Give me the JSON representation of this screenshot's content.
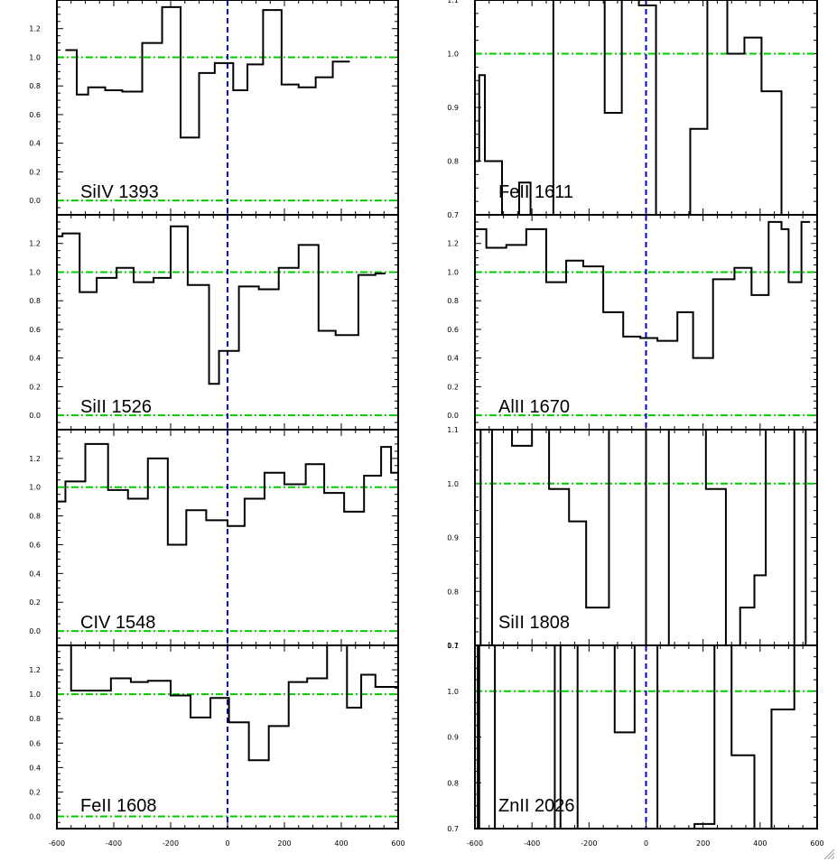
{
  "colors": {
    "frame": "#000000",
    "spectrum": "#000000",
    "continuum": "#00cc00",
    "zero_velocity": "#0000cc",
    "background": "#ffffff"
  },
  "x_axis": {
    "range": [
      -600,
      600
    ],
    "tick_labels": [
      "-600",
      "-400",
      "-200",
      "0",
      "200",
      "400",
      "600"
    ]
  },
  "chart_data": [
    {
      "type": "line",
      "step": true,
      "label": "SiIV 1393",
      "xlim": [
        -600,
        600
      ],
      "ylim": [
        -0.1,
        1.4
      ],
      "y_tick_labels": [
        "0.0",
        "0.2",
        "0.4",
        "0.6",
        "0.8",
        "1.0",
        "1.2"
      ],
      "reference_lines": {
        "continuum": [
          0.0,
          1.0
        ],
        "zero_velocity": 0
      },
      "x": [
        -570,
        -530,
        -490,
        -430,
        -370,
        -300,
        -230,
        -165,
        -100,
        -45,
        20,
        70,
        125,
        190,
        250,
        310,
        370,
        430,
        500,
        560,
        600
      ],
      "y": [
        1.05,
        0.74,
        0.79,
        0.77,
        0.76,
        1.1,
        1.35,
        0.44,
        0.89,
        0.96,
        0.77,
        0.95,
        1.33,
        0.81,
        0.79,
        0.86,
        0.97
      ]
    },
    {
      "type": "line",
      "step": true,
      "label": "FeII 1611",
      "xlim": [
        -600,
        600
      ],
      "ylim": [
        0.7,
        1.1
      ],
      "y_tick_labels": [
        "0.7",
        "0.8",
        "0.9",
        "1.0",
        "1.1"
      ],
      "reference_lines": {
        "continuum": [
          1.0
        ],
        "zero_velocity": 0
      },
      "x": [
        -600,
        -585,
        -565,
        -505,
        -445,
        -405,
        -365,
        -325,
        -265,
        -205,
        -145,
        -85,
        -25,
        35,
        95,
        155,
        215,
        285,
        345,
        405,
        475,
        535,
        570,
        600
      ],
      "y": [
        0.8,
        0.96,
        0.8,
        0.7,
        0.76,
        0.62,
        0.62,
        1.5,
        1.5,
        1.5,
        0.89,
        1.5,
        1.09,
        0.7,
        0.6,
        0.86,
        1.25,
        1.0,
        1.03,
        0.93,
        0.6,
        0.7
      ]
    },
    {
      "type": "line",
      "step": true,
      "label": "SiII 1526",
      "xlim": [
        -600,
        600
      ],
      "ylim": [
        -0.1,
        1.4
      ],
      "y_tick_labels": [
        "0.0",
        "0.2",
        "0.4",
        "0.6",
        "0.8",
        "1.0",
        "1.2"
      ],
      "reference_lines": {
        "continuum": [
          0.0,
          1.0
        ],
        "zero_velocity": 0
      },
      "x": [
        -600,
        -580,
        -520,
        -460,
        -390,
        -330,
        -260,
        -200,
        -140,
        -65,
        -30,
        40,
        110,
        180,
        250,
        320,
        380,
        460,
        520,
        555,
        600
      ],
      "y": [
        1.25,
        1.27,
        0.86,
        0.96,
        1.03,
        0.93,
        0.96,
        1.32,
        0.91,
        0.22,
        0.45,
        0.9,
        0.88,
        1.03,
        1.19,
        0.59,
        0.56,
        0.98,
        0.99
      ]
    },
    {
      "type": "line",
      "step": true,
      "label": "AlII 1670",
      "xlim": [
        -600,
        600
      ],
      "ylim": [
        -0.1,
        1.4
      ],
      "y_tick_labels": [
        "0.0",
        "0.2",
        "0.4",
        "0.6",
        "0.8",
        "1.0",
        "1.2"
      ],
      "reference_lines": {
        "continuum": [
          0.0,
          1.0
        ],
        "zero_velocity": 0
      },
      "x": [
        -600,
        -560,
        -490,
        -420,
        -350,
        -280,
        -220,
        -150,
        -80,
        -20,
        40,
        110,
        165,
        235,
        310,
        370,
        430,
        475,
        500,
        545,
        575
      ],
      "y": [
        1.3,
        1.17,
        1.19,
        1.3,
        0.93,
        1.08,
        1.04,
        0.72,
        0.55,
        0.54,
        0.52,
        0.72,
        0.4,
        0.95,
        1.03,
        0.84,
        1.35,
        1.3,
        0.93,
        1.35
      ]
    },
    {
      "type": "line",
      "step": true,
      "label": "CIV 1548",
      "xlim": [
        -600,
        600
      ],
      "ylim": [
        -0.1,
        1.4
      ],
      "y_tick_labels": [
        "0.0",
        "0.2",
        "0.4",
        "0.6",
        "0.8",
        "1.0",
        "1.2"
      ],
      "reference_lines": {
        "continuum": [
          0.0,
          1.0
        ],
        "zero_velocity": 0
      },
      "x": [
        -600,
        -570,
        -500,
        -420,
        -350,
        -280,
        -210,
        -145,
        -75,
        0,
        60,
        130,
        200,
        275,
        340,
        410,
        480,
        540,
        575,
        600
      ],
      "y": [
        0.9,
        1.04,
        1.3,
        0.98,
        0.92,
        1.2,
        0.6,
        0.84,
        0.77,
        0.73,
        0.92,
        1.1,
        1.02,
        1.16,
        0.96,
        0.83,
        1.08,
        1.28,
        1.1
      ]
    },
    {
      "type": "line",
      "step": true,
      "label": "SiII 1808",
      "xlim": [
        -600,
        600
      ],
      "ylim": [
        0.7,
        1.1
      ],
      "y_tick_labels": [
        "0.7",
        "0.8",
        "0.9",
        "1.0",
        "1.1"
      ],
      "reference_lines": {
        "continuum": [
          1.0
        ],
        "zero_velocity": 0
      },
      "x": [
        -600,
        -580,
        -540,
        -470,
        -400,
        -340,
        -270,
        -210,
        -170,
        -130,
        -80,
        0,
        80,
        140,
        210,
        280,
        330,
        380,
        420,
        470,
        520,
        560,
        600
      ],
      "y": [
        1.5,
        0.6,
        1.5,
        1.07,
        1.5,
        0.99,
        0.93,
        0.77,
        0.77,
        1.5,
        1.5,
        0.6,
        1.5,
        1.5,
        0.99,
        0.6,
        0.77,
        0.83,
        1.5,
        1.5,
        0.6,
        1.5
      ]
    },
    {
      "type": "line",
      "step": true,
      "label": "FeII 1608",
      "xlim": [
        -600,
        600
      ],
      "ylim": [
        -0.1,
        1.4
      ],
      "y_tick_labels": [
        "0.0",
        "0.2",
        "0.4",
        "0.6",
        "0.8",
        "1.0",
        "1.2"
      ],
      "reference_lines": {
        "continuum": [
          0.0,
          1.0
        ],
        "zero_velocity": 0
      },
      "x": [
        -600,
        -550,
        -410,
        -340,
        -280,
        -200,
        -130,
        -60,
        5,
        75,
        145,
        215,
        280,
        350,
        420,
        470,
        520,
        560,
        600
      ],
      "y": [
        1.5,
        1.03,
        1.13,
        1.1,
        1.11,
        0.99,
        0.81,
        0.97,
        0.77,
        0.46,
        0.74,
        1.1,
        1.13,
        1.5,
        0.89,
        1.16,
        1.06,
        1.06
      ]
    },
    {
      "type": "line",
      "step": true,
      "label": "ZnII 2026",
      "xlim": [
        -600,
        600
      ],
      "ylim": [
        0.7,
        1.1
      ],
      "y_tick_labels": [
        "0.7",
        "0.8",
        "0.9",
        "1.0",
        "1.1"
      ],
      "reference_lines": {
        "continuum": [
          1.0
        ],
        "zero_velocity": 0
      },
      "x": [
        -600,
        -590,
        -585,
        -530,
        -320,
        -300,
        -240,
        -110,
        -40,
        40,
        170,
        240,
        300,
        380,
        440,
        520,
        560,
        600
      ],
      "y": [
        1.5,
        0.6,
        1.5,
        0.6,
        1.5,
        0.6,
        1.5,
        0.91,
        1.5,
        0.6,
        0.71,
        1.5,
        0.86,
        0.6,
        0.96,
        1.5,
        1.5
      ]
    }
  ]
}
